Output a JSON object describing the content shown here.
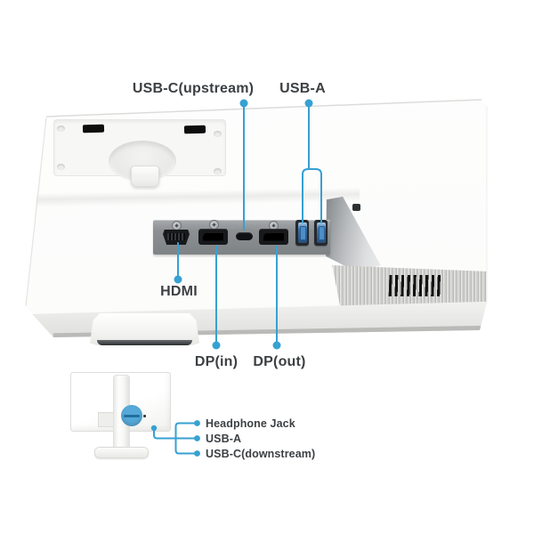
{
  "product_diagram": {
    "type": "monitor-rear-port-callout-diagram",
    "colors": {
      "accent": "#36a1d2",
      "label_text": "#3d4043",
      "port_panel_gray": "#8c9093",
      "usb_port_blue": "#3c73ab",
      "background": "#ffffff"
    },
    "labels": {
      "usb_c_upstream": "USB-C(upstream)",
      "usb_a_top": "USB-A",
      "hdmi": "HDMI",
      "dp_in": "DP(in)",
      "dp_out": "DP(out)",
      "headphone_jack": "Headphone Jack",
      "usb_a_side": "USB-A",
      "usb_c_downstream": "USB-C(downstream)"
    },
    "rear_ports": [
      "hdmi",
      "displayport-in",
      "usb-c-upstream",
      "displayport-out",
      "usb-a",
      "usb-a"
    ],
    "side_ports": [
      "headphone-jack",
      "usb-a",
      "usb-c-downstream"
    ]
  }
}
